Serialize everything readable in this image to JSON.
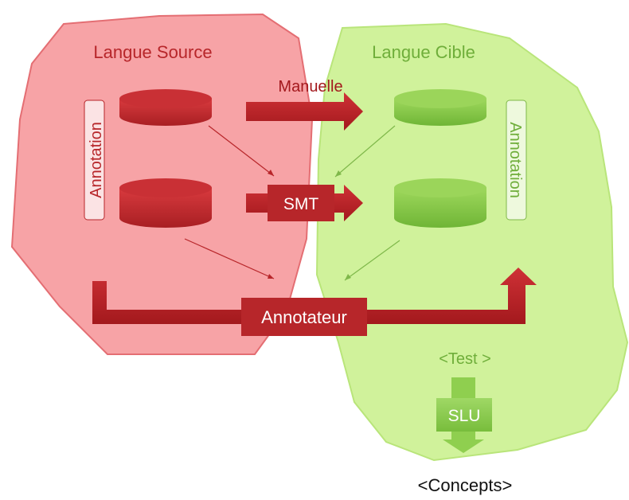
{
  "source": {
    "title": "Langue Source",
    "annotation_label": "Annotation",
    "region_color": "#f26b6f",
    "cylinder_color": "#c0292d"
  },
  "target": {
    "title": "Langue Cible",
    "annotation_label": "Annotation",
    "region_color": "#c8f08a",
    "cylinder_color": "#8fd14f"
  },
  "arrows": {
    "manual_label": "Manuelle",
    "smt_label": "SMT",
    "annotator_label": "Annotateur",
    "arrow_color": "#b8262a"
  },
  "test": {
    "test_label": "<Test >",
    "slu_label": "SLU",
    "concepts_label": "<Concepts>",
    "green_color": "#8fcf4f"
  }
}
